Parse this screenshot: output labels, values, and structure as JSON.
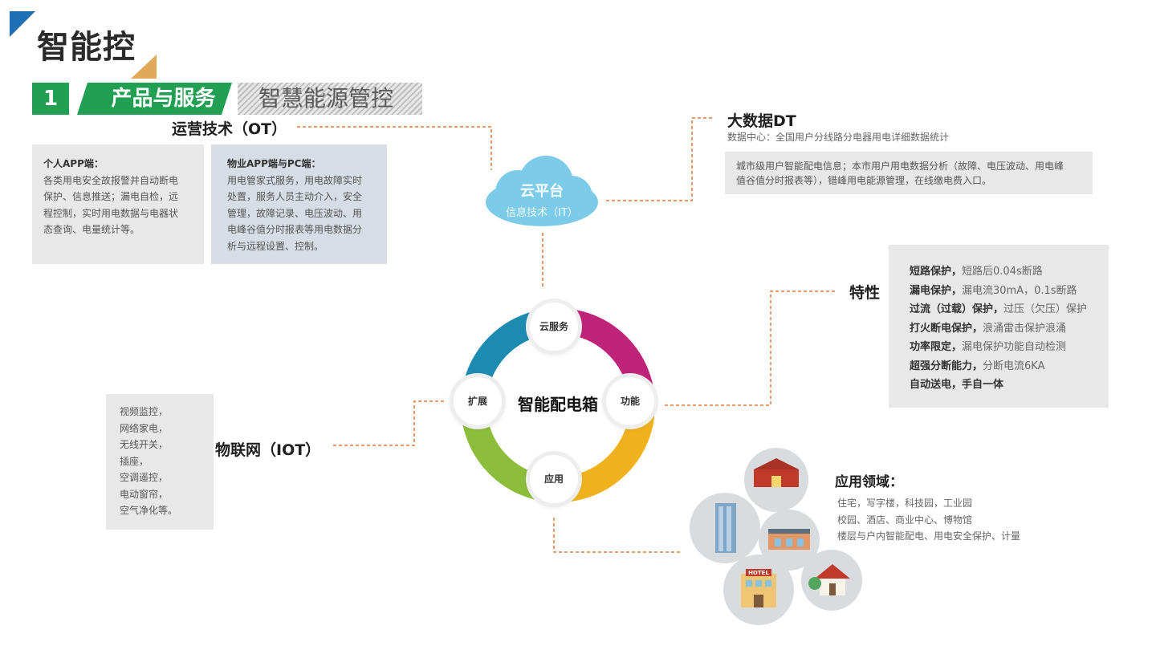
{
  "page_title": "智能控",
  "section": {
    "number": "1",
    "label": "产品与服务",
    "sub": "智慧能源管控"
  },
  "ot": {
    "heading": "运营技术（OT）",
    "card1": {
      "title": "个人APP端：",
      "lines": [
        "各类用电安全故报警并自动断电",
        "保护、信息推送；漏电自检，远",
        "程控制，实时用电数据与电器状",
        "态查询、电量统计等。"
      ]
    },
    "card2": {
      "title": "物业APP端与PC端：",
      "lines": [
        "用电管家式服务，用电故障实时",
        "处置，服务人员主动介入，安全",
        "管理，故障记录、电压波动、用",
        "电峰谷值分时报表等用电数据分",
        "析与远程设置、控制。"
      ]
    }
  },
  "cloud": {
    "title": "云平台",
    "subtitle": "信息技术（IT）"
  },
  "bigdata": {
    "heading": "大数据DT",
    "subtitle": "数据中心：全国用户分线路分电器用电详细数据统计",
    "card_lines": [
      "城市级用户智能配电信息；本市用户用电数据分析（故障、电压波动、用电峰",
      "值谷值分时报表等），错峰用电能源管理，在线缴电费入口。"
    ]
  },
  "ring": {
    "center": "智能配电箱",
    "top": "云服务",
    "left": "扩展",
    "right": "功能",
    "bottom": "应用"
  },
  "features": {
    "heading": "特性",
    "items": [
      {
        "bold": "短路保护，",
        "text": "短路后0.04s断路"
      },
      {
        "bold": "漏电保护，",
        "text": "漏电流30mA，0.1s断路"
      },
      {
        "bold": "过流（过载）保护，",
        "text": "过压（欠压）保护"
      },
      {
        "bold": "打火断电保护，",
        "text": "浪涌雷击保护浪涌"
      },
      {
        "bold": "功率限定，",
        "text": "漏电保护功能自动检测"
      },
      {
        "bold": "超强分断能力，",
        "text": "分断电流6KA"
      },
      {
        "bold": "自动送电，手自一体",
        "text": ""
      }
    ]
  },
  "iot": {
    "heading": "物联网（IOT）",
    "items": [
      "视频监控，",
      "网络家电，",
      "无线开关，",
      "插座，",
      "空调遥控，",
      "电动窗帘，",
      "空气净化等。"
    ]
  },
  "apps": {
    "heading": "应用领域：",
    "lines": [
      "住宅，写字楼，科技园，工业园",
      "校园、酒店、商业中心、博物馆",
      "楼层与户内智能配电、用电安全保护、计量"
    ],
    "hotel_sign": "HOTEL"
  },
  "colors": {
    "green": "#21a053",
    "orange_dash": "#e07a3c",
    "cloud": "#6ec6e6",
    "ring_magenta": "#c0247a",
    "ring_teal": "#1d8bb0",
    "ring_green": "#8cbe3c",
    "ring_yellow": "#f0b21c"
  }
}
